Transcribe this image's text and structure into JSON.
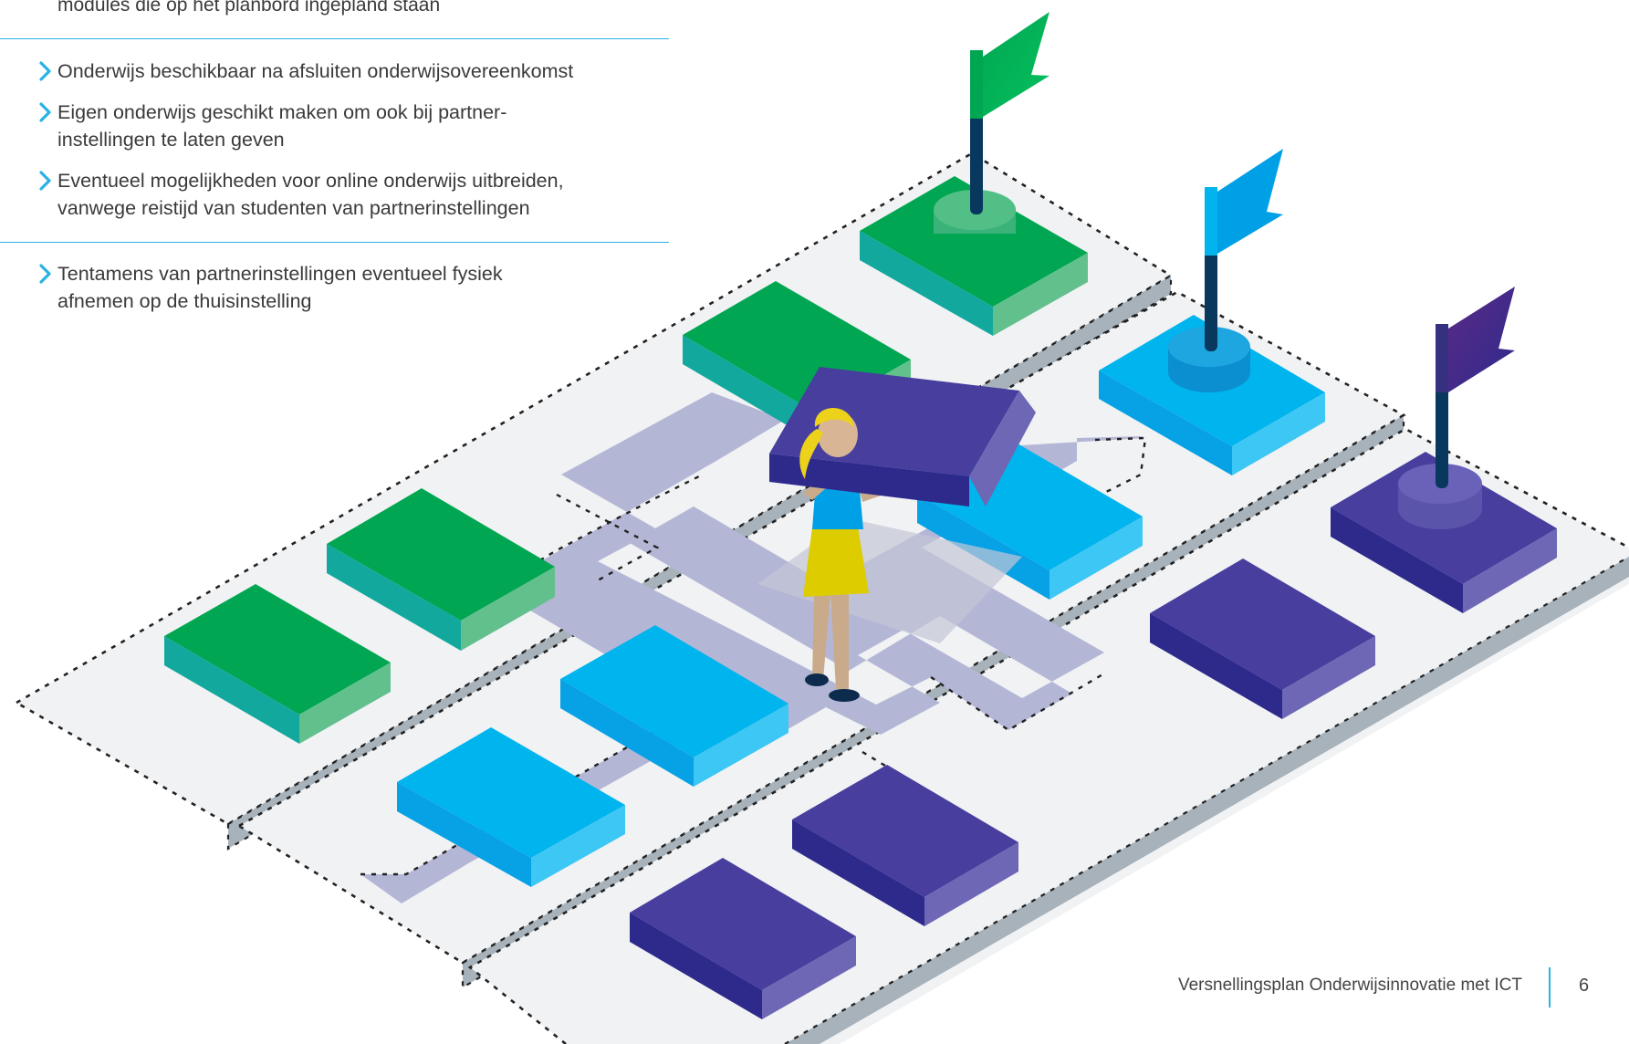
{
  "intro_fragment": "modules die op het planbord ingepland staan",
  "bullet_groups": [
    {
      "items": [
        "Onderwijs beschikbaar na afsluiten onderwijsovereenkomst",
        "Eigen onderwijs geschikt maken om ook bij partner-\ninstellingen te laten geven",
        "Eventueel mogelijkheden voor online onderwijs uitbreiden,\nvanwege reistijd van studenten van partnerinstellingen"
      ]
    },
    {
      "items": [
        "Tentamens van partnerinstellingen eventueel fysiek\nafnemen op de thuisinstelling"
      ]
    }
  ],
  "illustration": {
    "icon": "planning-board-illustration",
    "colors": {
      "green": "#00a651",
      "blue": "#00b4ee",
      "purple": "#473e9e",
      "accent": "#29b2e6",
      "path": "#b4b6d6"
    }
  },
  "footer": {
    "title": "Versnellingsplan Onderwijsinnovatie met ICT",
    "page_number": "6"
  }
}
